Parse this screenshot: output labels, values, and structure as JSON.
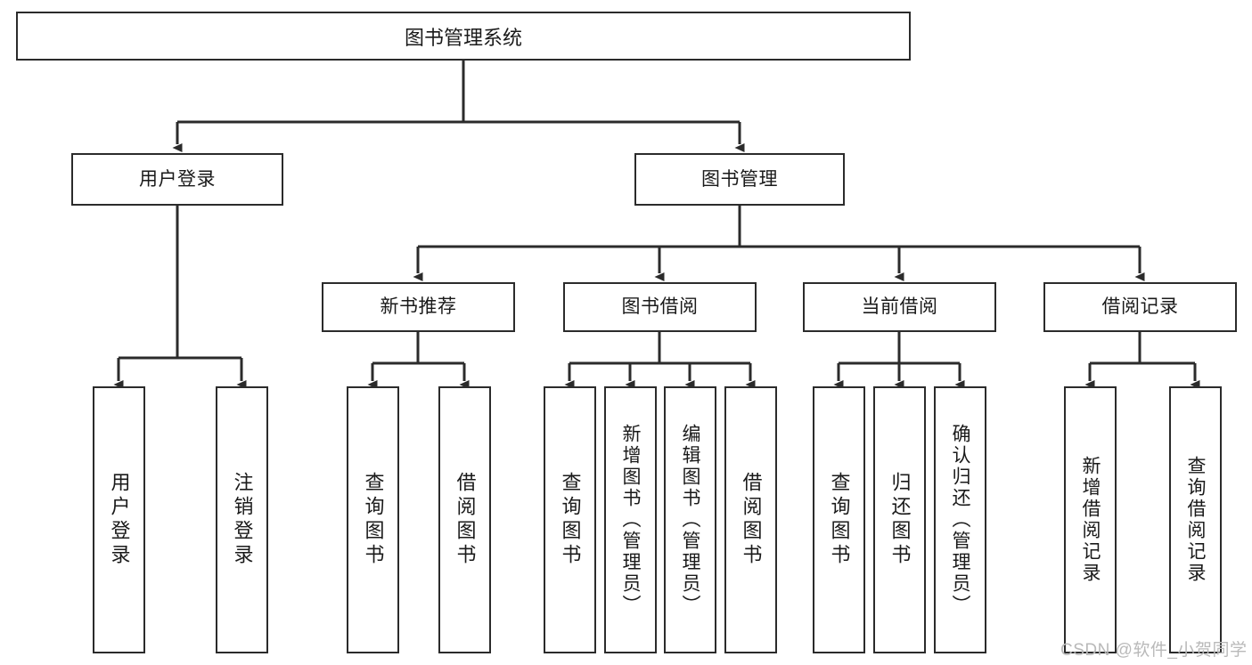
{
  "diagram": {
    "title": "图书管理系统",
    "type": "hierarchy-tree",
    "colors": {
      "box_border": "#2b2b2b",
      "box_fill": "#ffffff",
      "connector": "#2b2b2b",
      "watermark": "#b9b9b9",
      "background": "#ffffff"
    },
    "root": {
      "label": "图书管理系统"
    },
    "level2": [
      {
        "label": "用户登录"
      },
      {
        "label": "图书管理"
      }
    ],
    "level3": [
      {
        "label": "新书推荐"
      },
      {
        "label": "图书借阅"
      },
      {
        "label": "当前借阅"
      },
      {
        "label": "借阅记录"
      }
    ],
    "leaves": {
      "user_login": [
        {
          "label": "用户登录"
        },
        {
          "label": "注销登录"
        }
      ],
      "new_book_recommend": [
        {
          "label": "查询图书"
        },
        {
          "label": "借阅图书"
        }
      ],
      "book_borrow": [
        {
          "label": "查询图书"
        },
        {
          "label": "新增图书（管理员）"
        },
        {
          "label": "编辑图书（管理员）"
        },
        {
          "label": "借阅图书"
        }
      ],
      "current_borrow": [
        {
          "label": "查询图书"
        },
        {
          "label": "归还图书"
        },
        {
          "label": "确认归还（管理员）"
        }
      ],
      "borrow_record": [
        {
          "label": "新增借阅记录"
        },
        {
          "label": "查询借阅记录"
        }
      ]
    }
  },
  "watermark": {
    "text": "CSDN @软件_小贺同学"
  }
}
